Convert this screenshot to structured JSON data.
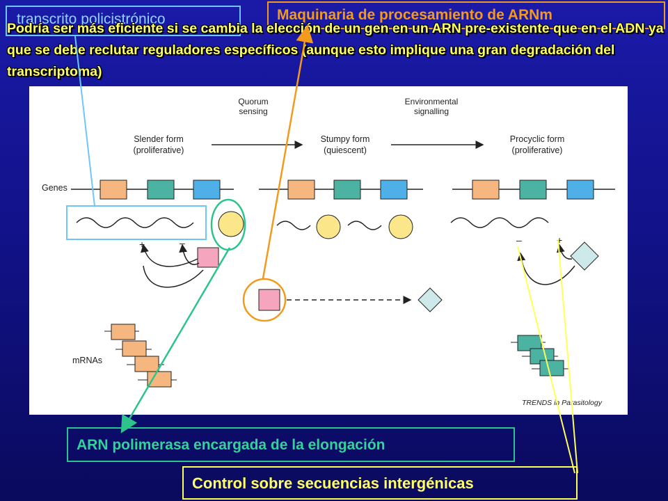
{
  "labels": {
    "transcript": "transcrito policistrónico",
    "machinery": "Maquinaria de procesamiento de ARNm",
    "polymerase": "ARN polimerasa encargada de la elongación",
    "intergenic": "Control sobre secuencias intergénicas"
  },
  "caption": "Podría ser más eficiente si se cambia la elección de un gen en un ARN pre-existente que en el ADN ya que se debe reclutar reguladores específicos (aunque esto implique una gran degradación del transcriptoma)",
  "figure": {
    "stage1": [
      "Slender form",
      "(proliferative)"
    ],
    "stage2": [
      "Stumpy form",
      "(quiescent)"
    ],
    "stage3": [
      "Procyclic form",
      "(proliferative)"
    ],
    "signal1": [
      "Quorum",
      "sensing"
    ],
    "signal2": [
      "Environmental",
      "signalling"
    ],
    "genes_label": "Genes",
    "mrnas_label": "mRNAs",
    "plus": "+",
    "minus": "–",
    "credit": "TRENDS in Parasitology"
  },
  "colors": {
    "gene_orange": "#f5b77f",
    "gene_teal": "#4cb3a3",
    "gene_blue": "#4fb0e8",
    "protein_yellow": "#fbe68a",
    "regulator_pink": "#f5a6be",
    "diamond_cyan": "#cde9ea",
    "transcript_box": "#6ec6ff",
    "machinery_box": "#f39a1e",
    "polymerase_box": "#2bc48a",
    "intergenic_box": "#ffff5a"
  }
}
